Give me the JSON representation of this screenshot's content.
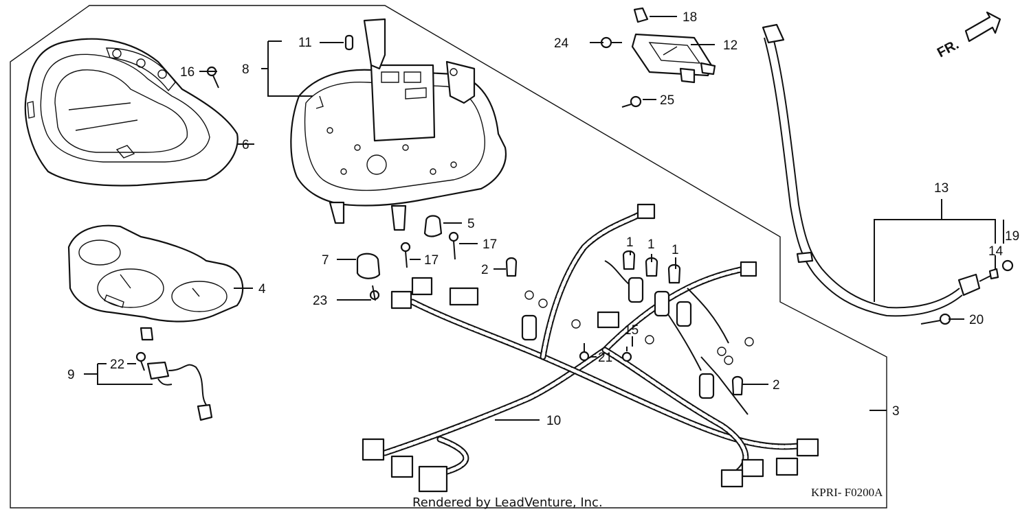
{
  "diagram": {
    "code": "KPRI- F0200A",
    "credit": "Rendered by LeadVenture, Inc.",
    "direction_label": "FR.",
    "callouts": {
      "c1a": "1",
      "c1b": "1",
      "c1c": "1",
      "c2a": "2",
      "c2b": "2",
      "c3": "3",
      "c4": "4",
      "c5": "5",
      "c6": "6",
      "c7": "7",
      "c8": "8",
      "c9": "9",
      "c10": "10",
      "c11": "11",
      "c12": "12",
      "c13": "13",
      "c14": "14",
      "c15": "15",
      "c16": "16",
      "c17a": "17",
      "c17b": "17",
      "c18": "18",
      "c19": "19",
      "c20": "20",
      "c21": "21",
      "c22": "22",
      "c23": "23",
      "c24": "24",
      "c25": "25"
    }
  }
}
